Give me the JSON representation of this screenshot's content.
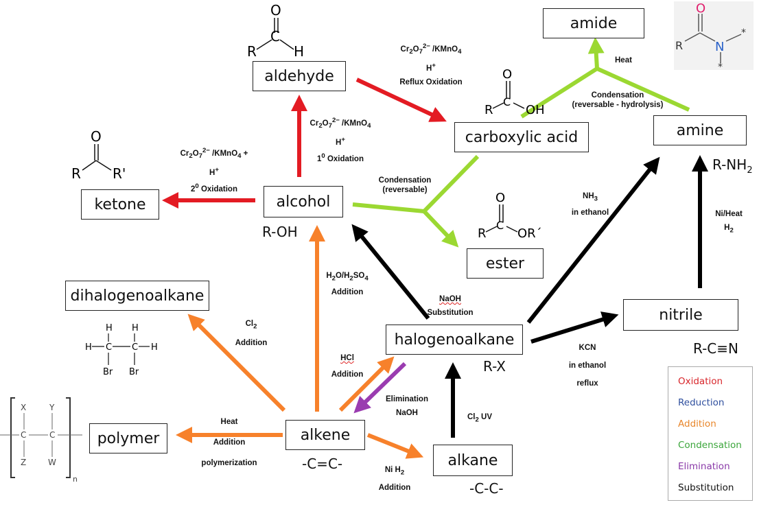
{
  "nodes": {
    "amide": "amide",
    "aldehyde": "aldehyde",
    "carboxylic_acid": "carboxylic acid",
    "amine": "amine",
    "ketone": "ketone",
    "alcohol": "alcohol",
    "ester": "ester",
    "dihalogenoalkane": "dihalogenoalkane",
    "halogenoalkane": "halogenoalkane",
    "nitrile": "nitrile",
    "polymer": "polymer",
    "alkene": "alkene",
    "alkane": "alkane"
  },
  "formulas": {
    "alcohol": "R-OH",
    "amine": "R-NH",
    "amine_sub": "2",
    "halogenoalkane": "R-X",
    "nitrile": "R-C≡N",
    "alkene": "-C=C-",
    "alkane": "-C-C-"
  },
  "reagents": {
    "ald_to_acid": {
      "ox": "Cr",
      "ox_sub": "2",
      "ox_o": "O",
      "ox_o_sub": "7",
      "ox_charge": "2−",
      "ox_rest": " /KMnO",
      "ox_rest_sub": "4",
      "acid": "H",
      "acid_sup": "+",
      "type": "Reflux Oxidation"
    },
    "alc_to_ald": {
      "ox": "Cr",
      "ox_sub": "2",
      "ox_o": "O",
      "ox_o_sub": "7",
      "ox_charge": "2−",
      "ox_rest": " /KMnO",
      "ox_rest_sub": "4",
      "acid": "H",
      "acid_sup": "+",
      "deg": "1",
      "deg_sup": "0",
      "type": " Oxidation"
    },
    "alc_to_ket": {
      "ox": "Cr",
      "ox_sub": "2",
      "ox_o": "O",
      "ox_o_sub": "7",
      "ox_charge": "2−",
      "ox_rest": " /KMnO",
      "ox_rest_sub": "4",
      "ox_plus": " +",
      "acid": "H",
      "acid_sup": "+",
      "deg": "2",
      "deg_sup": "0",
      "type": " Oxidation"
    },
    "amide_heat": "Heat",
    "amide_cond": "Condensation",
    "amide_cond2": "(reversable - hydrolysis)",
    "ester_cond": "Condensation",
    "ester_cond2": "(reversable)",
    "nh3": "NH",
    "nh3_sub": "3",
    "nh3_2": "in ethanol",
    "ni_heat": "Ni/Heat",
    "h2": "H",
    "h2_sub": "2",
    "naoh": "NaOH",
    "substitution": "Substitution",
    "h2o": "H",
    "h2o_sub": "2",
    "h2o_o": "O/H",
    "h2o_sub2": "2",
    "h2o_so": "SO",
    "h2o_sub3": "4",
    "addition": "Addition",
    "cl2": "Cl",
    "cl2_sub": "2",
    "cl2_add": "Addition",
    "hcl": "HCl",
    "hcl_add": "Addition",
    "elim": "Elimination",
    "elim_naoh": "NaOH",
    "cl2uv": "Cl",
    "cl2uv_sub": "2",
    "cl2uv_uv": " UV",
    "kcn": "KCN",
    "kcn2": "in ethanol",
    "kcn3": "reflux",
    "poly_heat": "Heat",
    "poly_add": "Addition",
    "poly_poly": "polymerization",
    "ni_h2": "Ni H",
    "ni_h2_sub": "2",
    "ni_add": "Addition"
  },
  "structures": {
    "aldehyde": {
      "o": "O",
      "r": "R",
      "c": "C",
      "h": "H"
    },
    "ketone": {
      "o": "O",
      "r": "R",
      "r2": "R'"
    },
    "acid": {
      "o": "O",
      "r": "R",
      "c": "C",
      "oh": "OH"
    },
    "ester": {
      "o": "O",
      "r": "R",
      "c": "C",
      "or": "OR´"
    },
    "amide_struct": {
      "o": "O",
      "r": "R",
      "n": "N",
      "star": "*"
    },
    "dihalo": {
      "h": "H",
      "c": "C",
      "br": "Br"
    },
    "polymer_struct": {
      "x": "X",
      "y": "Y",
      "z": "Z",
      "w": "W",
      "c": "C",
      "n": "n"
    }
  },
  "legend": [
    {
      "label": "Oxidation",
      "color": "#d8262b"
    },
    {
      "label": "Reduction",
      "color": "#2f4f9e"
    },
    {
      "label": "Addition",
      "color": "#e8862b"
    },
    {
      "label": "Condensation",
      "color": "#3aa53a"
    },
    {
      "label": "Elimination",
      "color": "#8a3aa8"
    },
    {
      "label": "Substitution",
      "color": "#111111"
    }
  ],
  "arrow_colors": {
    "red": "#e31b23",
    "green": "#9bd832",
    "orange": "#f7812b",
    "purple": "#9a3cb0",
    "black": "#000000"
  }
}
